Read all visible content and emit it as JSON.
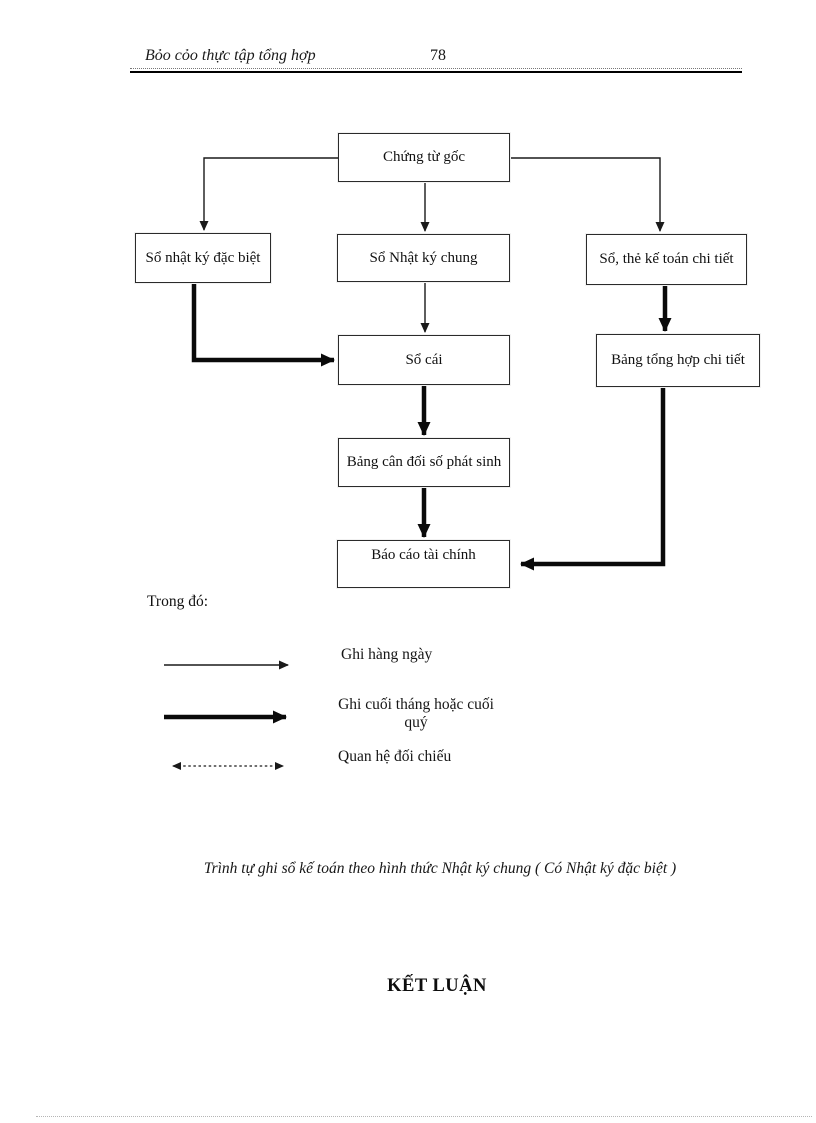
{
  "header": {
    "title": "Bỏo cỏo thực tập tổng hợp",
    "page_number": "78"
  },
  "flowchart": {
    "boxes": [
      {
        "id": "chung-tu-goc",
        "label": "Chứng từ gốc"
      },
      {
        "id": "so-nhat-ky-dac-biet",
        "label": "Sổ nhật ký đặc biệt"
      },
      {
        "id": "so-nhat-ky-chung",
        "label": "Sổ Nhật ký chung"
      },
      {
        "id": "so-the-ke-toan-chi-tiet",
        "label": "Sổ, thẻ kế toán chi tiết"
      },
      {
        "id": "so-cai",
        "label": "Sổ cái"
      },
      {
        "id": "bang-tong-hop-chi-tiet",
        "label": "Bảng tổng hợp chi tiết"
      },
      {
        "id": "bang-can-doi-so-phat-sinh",
        "label": "Bảng  cân đối số phát sinh"
      },
      {
        "id": "bao-cao-tai-chinh",
        "label": "Báo cáo tài chính"
      }
    ],
    "legend_intro": "Trong đó:",
    "legend": [
      {
        "symbol": "thin-arrow",
        "label": "Ghi hàng ngày"
      },
      {
        "symbol": "thick-arrow",
        "label": "Ghi cuối tháng hoặc cuối quý"
      },
      {
        "symbol": "dotted-double-arrow",
        "label": "Quan hệ đối chiếu"
      }
    ],
    "caption": "Trình tự ghi sổ kế toán theo hình thức Nhật ký chung ( Có Nhật ký đặc biệt )"
  },
  "conclusion_heading": "KẾT LUẬN",
  "colors": {
    "ink": "#000000",
    "paper": "#ffffff"
  }
}
